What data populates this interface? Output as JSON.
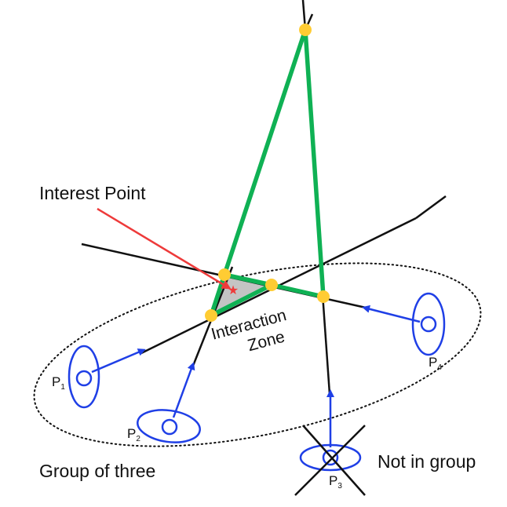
{
  "labels": {
    "interest_point": "Interest Point",
    "interaction_zone_line1": "Interaction",
    "interaction_zone_line2": "Zone",
    "group_of_three": "Group of three",
    "not_in_group": "Not in group"
  },
  "people": [
    {
      "id": "P1",
      "letter": "P",
      "sub": "1"
    },
    {
      "id": "P2",
      "letter": "P",
      "sub": "2"
    },
    {
      "id": "P3",
      "letter": "P",
      "sub": "3"
    },
    {
      "id": "P4",
      "letter": "P",
      "sub": "4"
    }
  ],
  "colors": {
    "person": "#1f3fe6",
    "triangle_edge": "#0fb154",
    "vertex": "#ffcc33",
    "zone_fill": "#c4c4c4",
    "interest_arrow": "#ee3a3a",
    "line": "#111111"
  }
}
